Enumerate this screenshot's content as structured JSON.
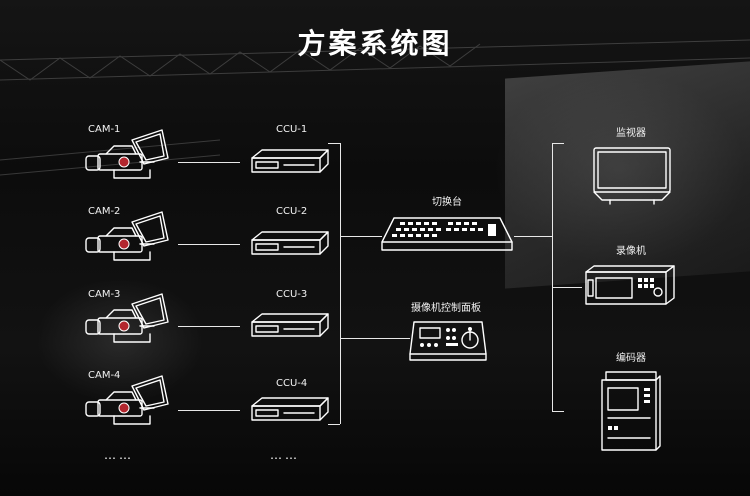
{
  "title": "方案系统图",
  "cameras": [
    {
      "label": "CAM-1"
    },
    {
      "label": "CAM-2"
    },
    {
      "label": "CAM-3"
    },
    {
      "label": "CAM-4"
    }
  ],
  "ccus": [
    {
      "label": "CCU-1"
    },
    {
      "label": "CCU-2"
    },
    {
      "label": "CCU-3"
    },
    {
      "label": "CCU-4"
    }
  ],
  "ellipsis": "……",
  "switcher": {
    "label": "切换台"
  },
  "control_panel": {
    "label": "摄像机控制面板"
  },
  "outputs": [
    {
      "label": "监视器"
    },
    {
      "label": "录像机"
    },
    {
      "label": "编码器"
    }
  ],
  "colors": {
    "background": "#0b0b0b",
    "lines": "#e8e8e8",
    "accent": "#b3262e"
  }
}
